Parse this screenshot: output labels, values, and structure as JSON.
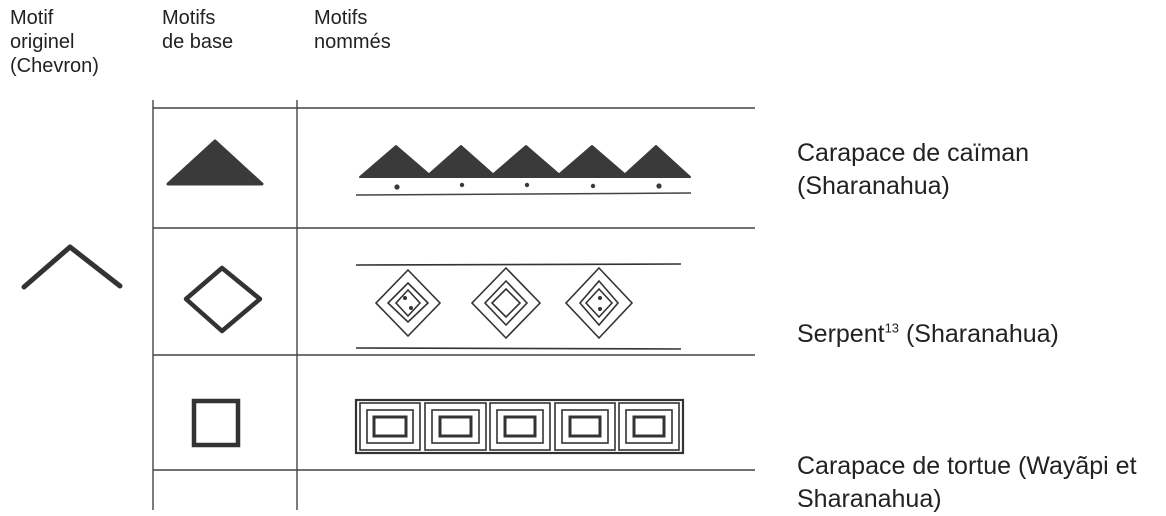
{
  "headers": {
    "original": "Motif\noriginel\n(Chevron)",
    "base": "Motifs\nde base",
    "named": "Motifs\nnommés"
  },
  "rows": [
    {
      "base_motif": "filled-triangle",
      "named_motif": "triangle-band",
      "label": "Carapace de caïman (Sharanahua)"
    },
    {
      "base_motif": "diamond",
      "named_motif": "diamond-band",
      "label_main": "Serpent",
      "label_sup": "13",
      "label_tail": " (Sharanahua)"
    },
    {
      "base_motif": "square",
      "named_motif": "square-band",
      "label": "Carapace de tortue (Wayãpi et Sharanahua)"
    }
  ],
  "original_motif": "chevron",
  "colors": {
    "ink": "#333333",
    "fill": "#3a3a3a"
  }
}
